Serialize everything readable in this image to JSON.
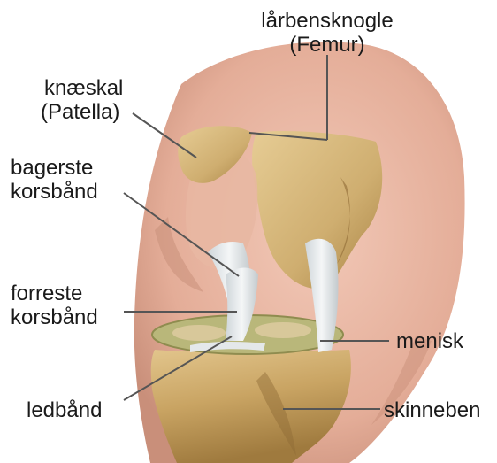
{
  "labels": {
    "femur": {
      "line1": "lårbensknogle",
      "line2": "(Femur)"
    },
    "patella": {
      "line1": "knæskal",
      "line2": "(Patella)"
    },
    "posterior_cruciate": {
      "line1": "bagerste",
      "line2": "korsbånd"
    },
    "anterior_cruciate": {
      "line1": "forreste",
      "line2": "korsbånd"
    },
    "ligament": {
      "line1": "ledbånd"
    },
    "meniscus": {
      "line1": "menisk"
    },
    "tibia": {
      "line1": "skinneben"
    }
  },
  "colors": {
    "skin": "#e9b7a4",
    "skin_shadow": "#c98f7a",
    "bone": "#d6b87d",
    "bone_dark": "#a98445",
    "ligament": "#e4e8ea",
    "meniscus": "#b9b77a",
    "leader_line": "#555555"
  }
}
